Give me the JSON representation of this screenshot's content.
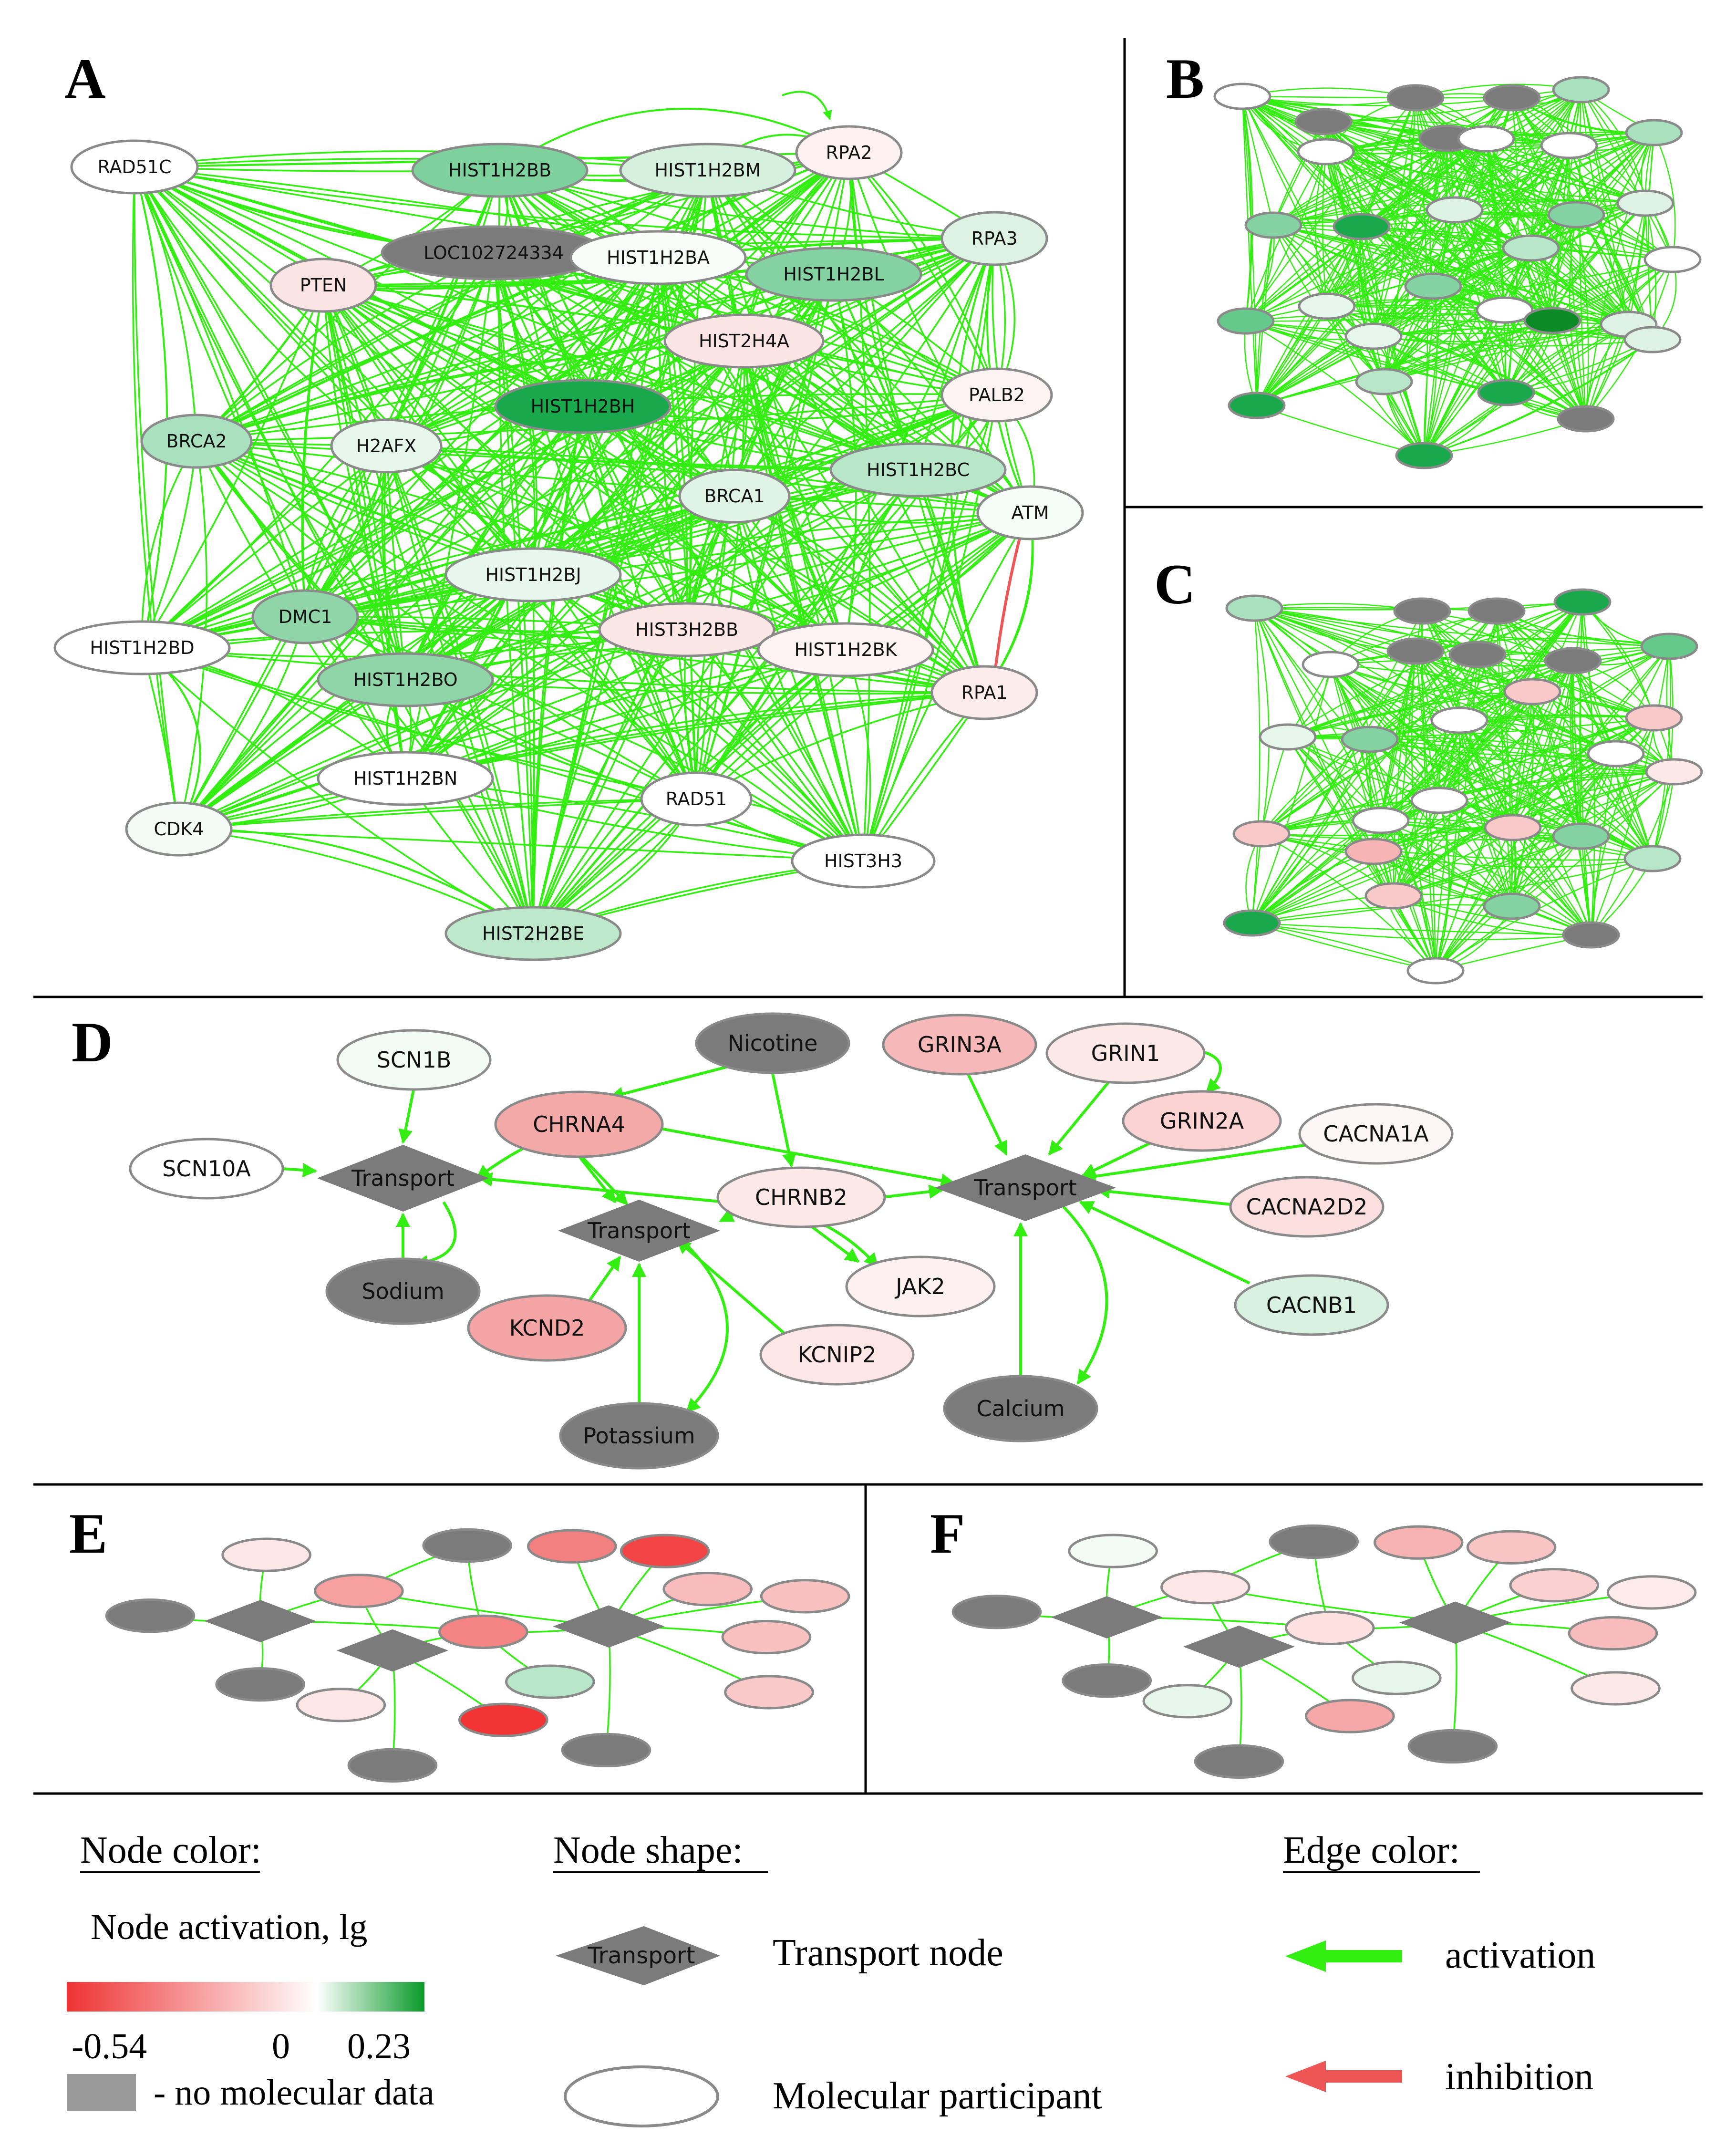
{
  "panels": {
    "a": "A",
    "b": "B",
    "c": "C",
    "d": "D",
    "e": "E",
    "f": "F"
  },
  "colors": {
    "activation_edge": "#33ee11",
    "inhibition_edge": "#ee5555",
    "no_data_node": "#7b7b7b",
    "scale_low": "#ee3333",
    "scale_mid": "#ffffff",
    "scale_high": "#0a9a2a"
  },
  "panel_a": {
    "nodes": [
      {
        "label": "RAD51C",
        "color": "#ffffff"
      },
      {
        "label": "HIST1H2BB",
        "color": "#7ed09c"
      },
      {
        "label": "HIST1H2BM",
        "color": "#d6f0de"
      },
      {
        "label": "RPA2",
        "color": "#fdf1f1"
      },
      {
        "label": "LOC102724334",
        "color": "#7b7b7b"
      },
      {
        "label": "HIST1H2BA",
        "color": "#f9fdfa"
      },
      {
        "label": "HIST1H2BL",
        "color": "#84d2a2"
      },
      {
        "label": "RPA3",
        "color": "#ddf2e3"
      },
      {
        "label": "PTEN",
        "color": "#fbe4e4"
      },
      {
        "label": "HIST2H4A",
        "color": "#fbe4e4"
      },
      {
        "label": "PALB2",
        "color": "#fdf3f3"
      },
      {
        "label": "HIST1H2BH",
        "color": "#19a84c"
      },
      {
        "label": "BRCA2",
        "color": "#a9e0bd"
      },
      {
        "label": "H2AFX",
        "color": "#e6f6eb"
      },
      {
        "label": "HIST1H2BC",
        "color": "#b8e6c8"
      },
      {
        "label": "BRCA1",
        "color": "#e0f4e6"
      },
      {
        "label": "ATM",
        "color": "#f6fcf8"
      },
      {
        "label": "HIST1H2BJ",
        "color": "#e8f7ed"
      },
      {
        "label": "DMC1",
        "color": "#8fd5a8"
      },
      {
        "label": "HIST1H2BD",
        "color": "#ffffff"
      },
      {
        "label": "HIST3H2BB",
        "color": "#fbe6e6"
      },
      {
        "label": "HIST1H2BK",
        "color": "#fdf3f3"
      },
      {
        "label": "HIST1H2BO",
        "color": "#8fd5a8"
      },
      {
        "label": "RPA1",
        "color": "#fdecec"
      },
      {
        "label": "HIST1H2BN",
        "color": "#ffffff"
      },
      {
        "label": "RAD51",
        "color": "#ffffff"
      },
      {
        "label": "CDK4",
        "color": "#f4fbf6"
      },
      {
        "label": "HIST3H3",
        "color": "#ffffff"
      },
      {
        "label": "HIST2H2BE",
        "color": "#bde8cc"
      }
    ]
  },
  "panel_d": {
    "nodes": [
      {
        "label": "SCN1B",
        "color": "#f3fbf5",
        "shape": "ellipse"
      },
      {
        "label": "Nicotine",
        "color": "#7b7b7b",
        "shape": "ellipse"
      },
      {
        "label": "GRIN3A",
        "color": "#f6b8b8",
        "shape": "ellipse"
      },
      {
        "label": "GRIN1",
        "color": "#fde8e8",
        "shape": "ellipse"
      },
      {
        "label": "CHRNA4",
        "color": "#f4a9a9",
        "shape": "ellipse"
      },
      {
        "label": "GRIN2A",
        "color": "#fbd3d3",
        "shape": "ellipse"
      },
      {
        "label": "CACNA1A",
        "color": "#fdf6f6",
        "shape": "ellipse"
      },
      {
        "label": "SCN10A",
        "color": "#ffffff",
        "shape": "ellipse"
      },
      {
        "label": "Transport",
        "color": "#7b7b7b",
        "shape": "diamond"
      },
      {
        "label": "CHRNB2",
        "color": "#fde8e8",
        "shape": "ellipse"
      },
      {
        "label": "Transport",
        "color": "#7b7b7b",
        "shape": "diamond"
      },
      {
        "label": "CACNA2D2",
        "color": "#fbdede",
        "shape": "ellipse"
      },
      {
        "label": "Transport",
        "color": "#7b7b7b",
        "shape": "diamond"
      },
      {
        "label": "Sodium",
        "color": "#7b7b7b",
        "shape": "ellipse"
      },
      {
        "label": "JAK2",
        "color": "#fdf0f0",
        "shape": "ellipse"
      },
      {
        "label": "CACNB1",
        "color": "#d9f1e0",
        "shape": "ellipse"
      },
      {
        "label": "KCND2",
        "color": "#f4a4a4",
        "shape": "ellipse"
      },
      {
        "label": "KCNIP2",
        "color": "#fde6e6",
        "shape": "ellipse"
      },
      {
        "label": "Potassium",
        "color": "#7b7b7b",
        "shape": "ellipse"
      },
      {
        "label": "Calcium",
        "color": "#7b7b7b",
        "shape": "ellipse"
      }
    ]
  },
  "legend": {
    "node_color_title": "Node color:",
    "node_activation_label": "Node activation, lg",
    "scale_min": "-0.54",
    "scale_zero": "0",
    "scale_max": "0.23",
    "no_data_label": "- no molecular data",
    "node_shape_title": "Node shape:",
    "transport_icon_label": "Transport",
    "transport_node_label": "Transport node",
    "molecular_participant_label": "Molecular participant",
    "edge_color_title": "Edge color:",
    "activation_label": "activation",
    "inhibition_label": "inhibition"
  }
}
